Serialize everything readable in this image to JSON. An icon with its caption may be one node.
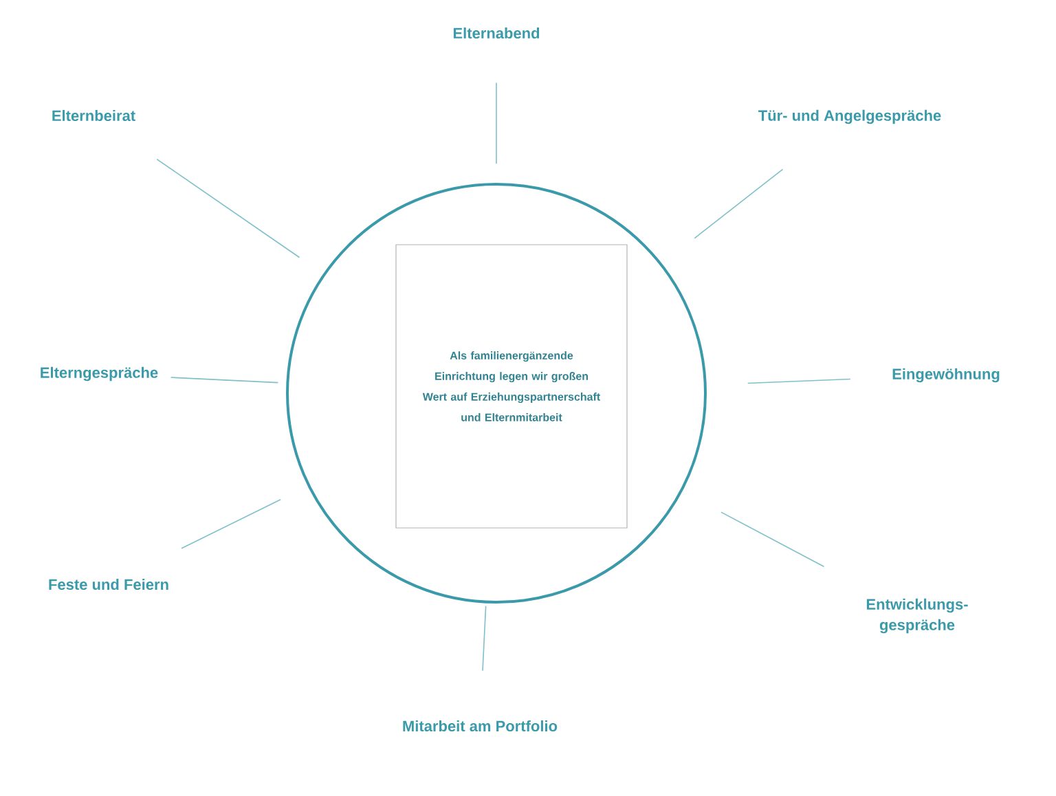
{
  "diagram": {
    "nodes": [
      {
        "text": [],
        "shape": "circle"
      },
      {
        "text": [
          "Als familienergänzende Einrichtung legen wir großen Wert auf Erziehungspartnerschaft und Elternmitarbeit"
        ],
        "in": 0
      },
      {
        "text": [
          "Elternabend"
        ]
      },
      {
        "text": [
          "Tür- und Angelgespräche"
        ]
      },
      {
        "text": [
          "Eingewöhnung"
        ]
      },
      {
        "text": [
          "Entwicklungs- gespräche"
        ]
      },
      {
        "text": [
          "Mitarbeit am Portfolio"
        ]
      },
      {
        "text": [
          "Feste und Feiern"
        ]
      },
      {
        "text": [
          "Elterngespräche"
        ]
      },
      {
        "text": [
          "Elternbeirat"
        ]
      }
    ],
    "edges": [
      {
        "from": 0,
        "to": 2,
        "arrow": "none"
      },
      {
        "from": 0,
        "to": 3,
        "arrow": "none"
      },
      {
        "from": 0,
        "to": 4,
        "arrow": "none"
      },
      {
        "from": 0,
        "to": 5,
        "arrow": "none"
      },
      {
        "from": 0,
        "to": 6,
        "arrow": "none"
      },
      {
        "from": 0,
        "to": 7,
        "arrow": "none"
      },
      {
        "from": 0,
        "to": 8,
        "arrow": "none"
      },
      {
        "from": 0,
        "to": 9,
        "arrow": "none"
      }
    ]
  }
}
